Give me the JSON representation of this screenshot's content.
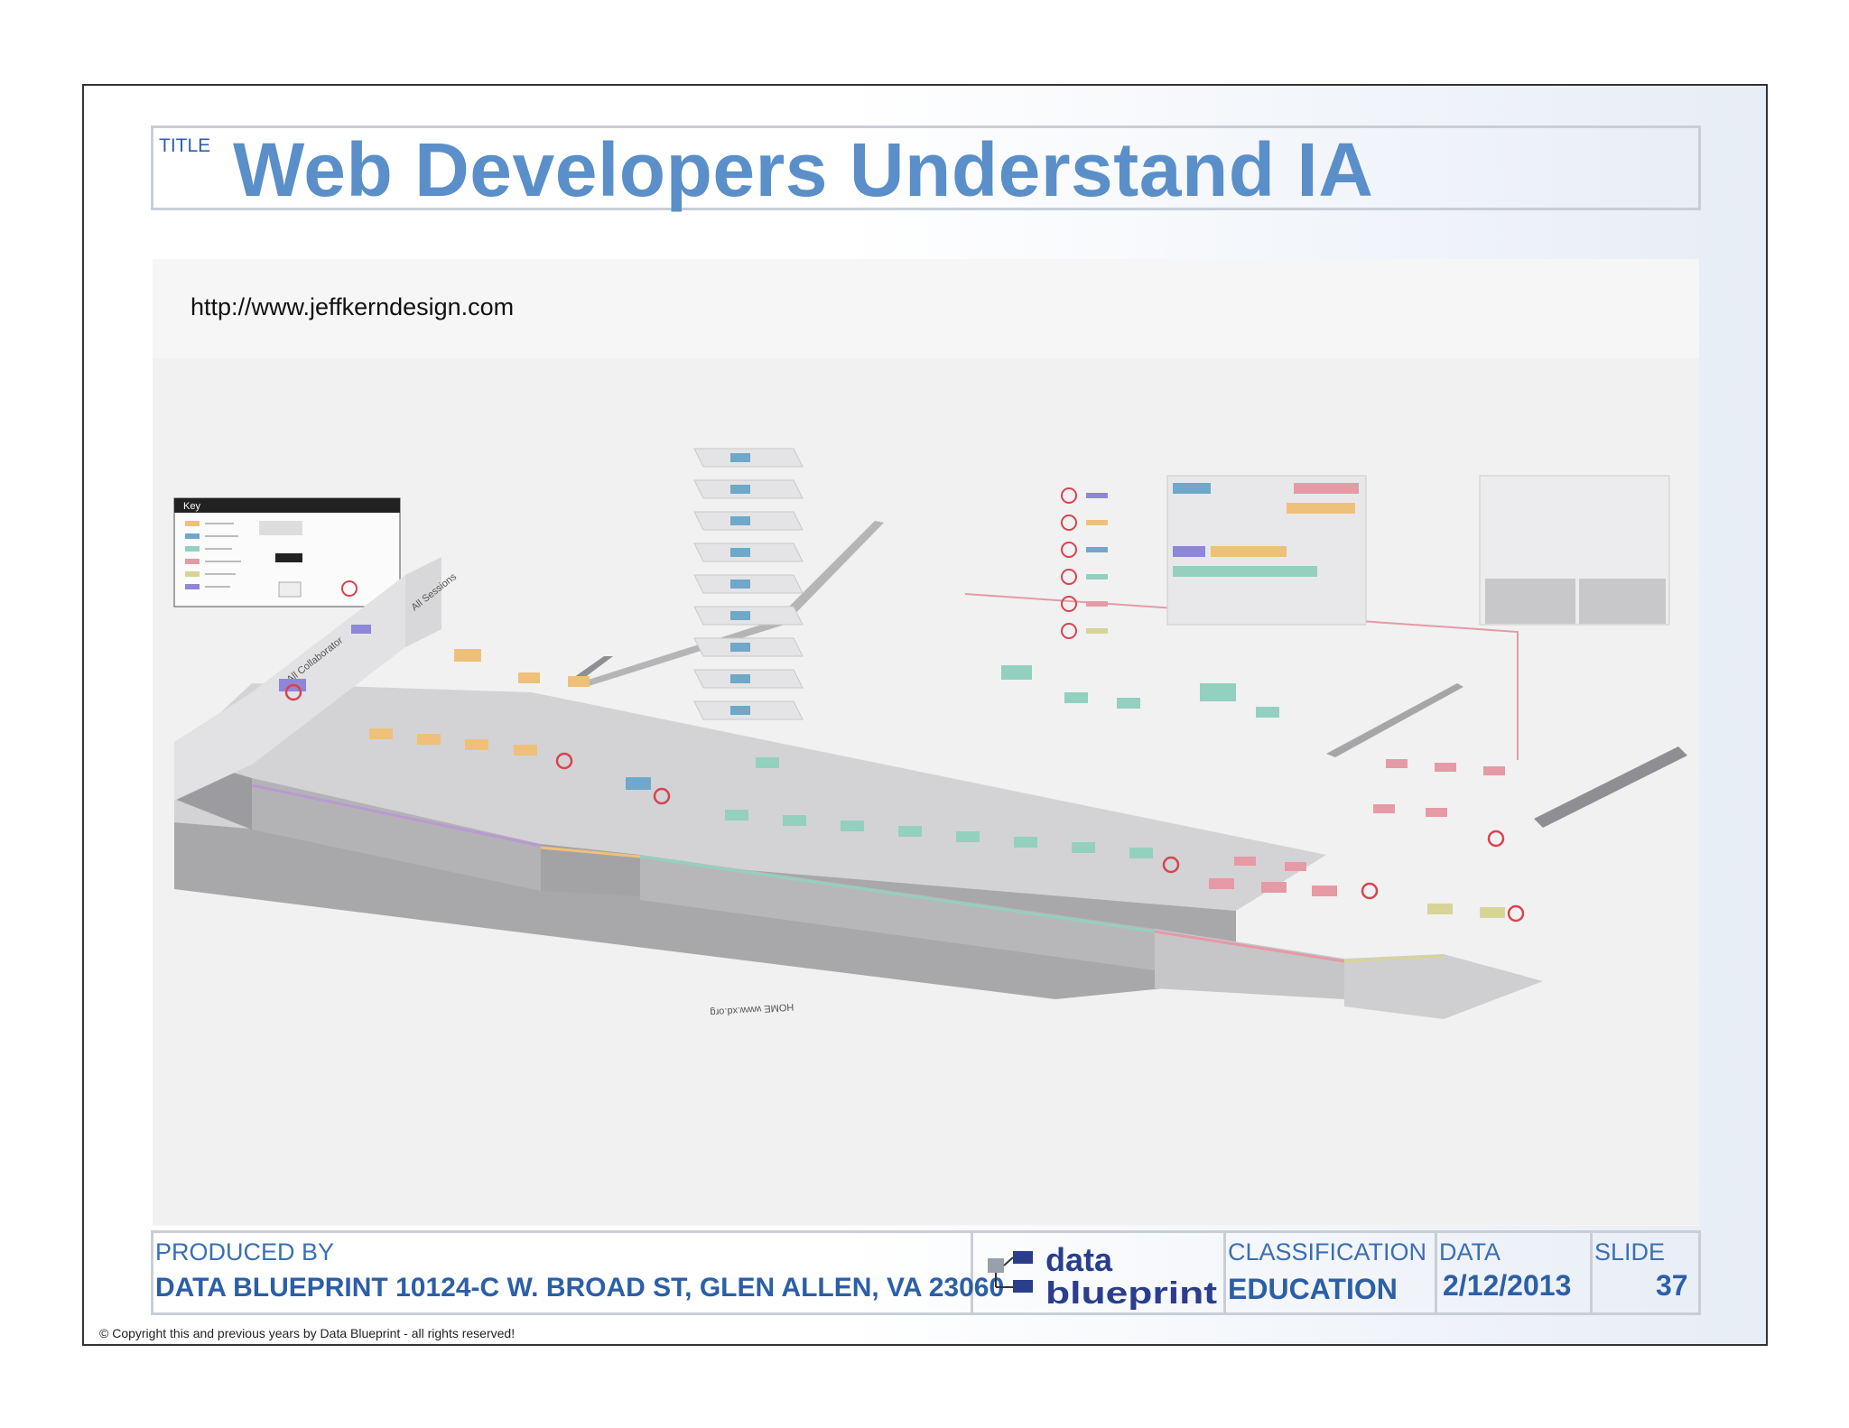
{
  "title": {
    "tag": "TITLE",
    "text": "Web Developers Understand IA"
  },
  "content": {
    "url": "http://www.jeffkerndesign.com"
  },
  "diagram": {
    "key_label": "Key",
    "wall_labels": [
      "All Collaborator",
      "All Sessions"
    ],
    "stamp_label": "HOME\nwww.xd.org"
  },
  "footer": {
    "produced_by_label": "PRODUCED BY",
    "produced_by_value": "DATA BLUEPRINT 10124-C W. BROAD ST, GLEN ALLEN, VA 23060",
    "logo_text_top": "data",
    "logo_text_bottom": "blueprint",
    "classification_label": "CLASSIFICATION",
    "classification_value": "EDUCATION",
    "data_label": "DATA",
    "data_value": "2/12/2013",
    "slide_label": "SLIDE",
    "slide_value": "37"
  },
  "copyright": "© Copyright this and previous years by Data Blueprint  - all rights reserved!",
  "colors": {
    "title": "#5a8fc9",
    "footer_text": "#2c5fa6",
    "purple": "#8e86d8",
    "orange": "#efc07a",
    "blue": "#6fa8c8",
    "teal": "#93d0bf",
    "pink": "#e59aa6",
    "olive": "#d6d597",
    "marker": "#d9434f"
  }
}
